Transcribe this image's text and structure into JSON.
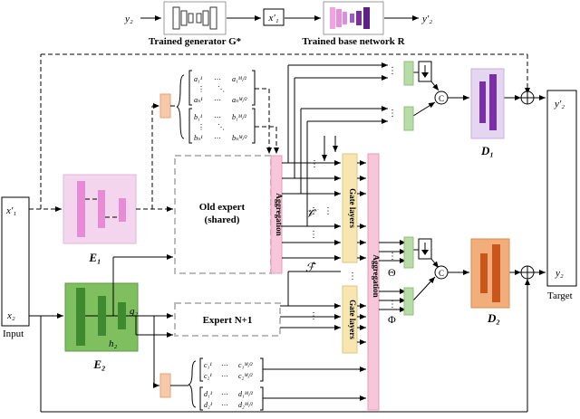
{
  "top": {
    "y2": "y₂",
    "x1p": "x'₁",
    "y2p": "y'₂",
    "generator_caption": "Trained generator G*",
    "base_caption": "Trained base network R"
  },
  "input": {
    "label": "Input",
    "x1p": "x'₁",
    "x2": "x₂"
  },
  "target": {
    "label": "Target",
    "y2p": "y'₂",
    "y2": "y₂"
  },
  "encoders": {
    "e1": "E₁",
    "e2": "E₂",
    "g2": "g₂",
    "h2": "h₂"
  },
  "old_expert": {
    "line1": "Old expert",
    "line2": "(shared)"
  },
  "expert_new": {
    "label": "Expert N+1"
  },
  "aggregation": "Aggregation",
  "gate_layers": "Gate layers",
  "symbols": {
    "v_hat": "𝒱̂",
    "f_hat": "ℱ̂",
    "theta": "Θ",
    "phi": "Φ",
    "concat": "C",
    "plus": "+"
  },
  "decoders": {
    "d1": "D₁",
    "d2": "D₂"
  },
  "matrices": {
    "a": {
      "top_left": "a₁¹",
      "top_right": "a₁ᴹ/²",
      "bottom_left": "aₙ¹",
      "bottom_right": "aₙᴹ/²"
    },
    "b": {
      "top_left": "b₁¹",
      "top_right": "b₁ᴹ/²",
      "bottom_left": "bₙ¹",
      "bottom_right": "bₙᴹ/²"
    },
    "c": {
      "top_left": "c₁¹",
      "top_right": "c₁ᴹ/²",
      "bottom_left": "c₂¹",
      "bottom_right": "c₂ᴹ/²"
    },
    "d": {
      "top_left": "d₁¹",
      "top_right": "d₁ᴹ/²",
      "bottom_left": "d₂¹",
      "bottom_right": "d₂ᴹ/²"
    }
  },
  "colors": {
    "pink_fill": "#f3d6ee",
    "pink_bar": "#e88bd6",
    "purple_fill": "#e4d6f0",
    "purple_bar": "#7a2fa6",
    "green_fill": "#7fbf5f",
    "green_bar": "#3e8a2e",
    "orange_fill": "#f2ae7a",
    "orange_bar": "#c9561a",
    "agg_fill": "#f7c6d8",
    "gate_fill": "#f7e6b0",
    "small_green": "#b8dca8",
    "small_orange": "#f7c9a8"
  }
}
